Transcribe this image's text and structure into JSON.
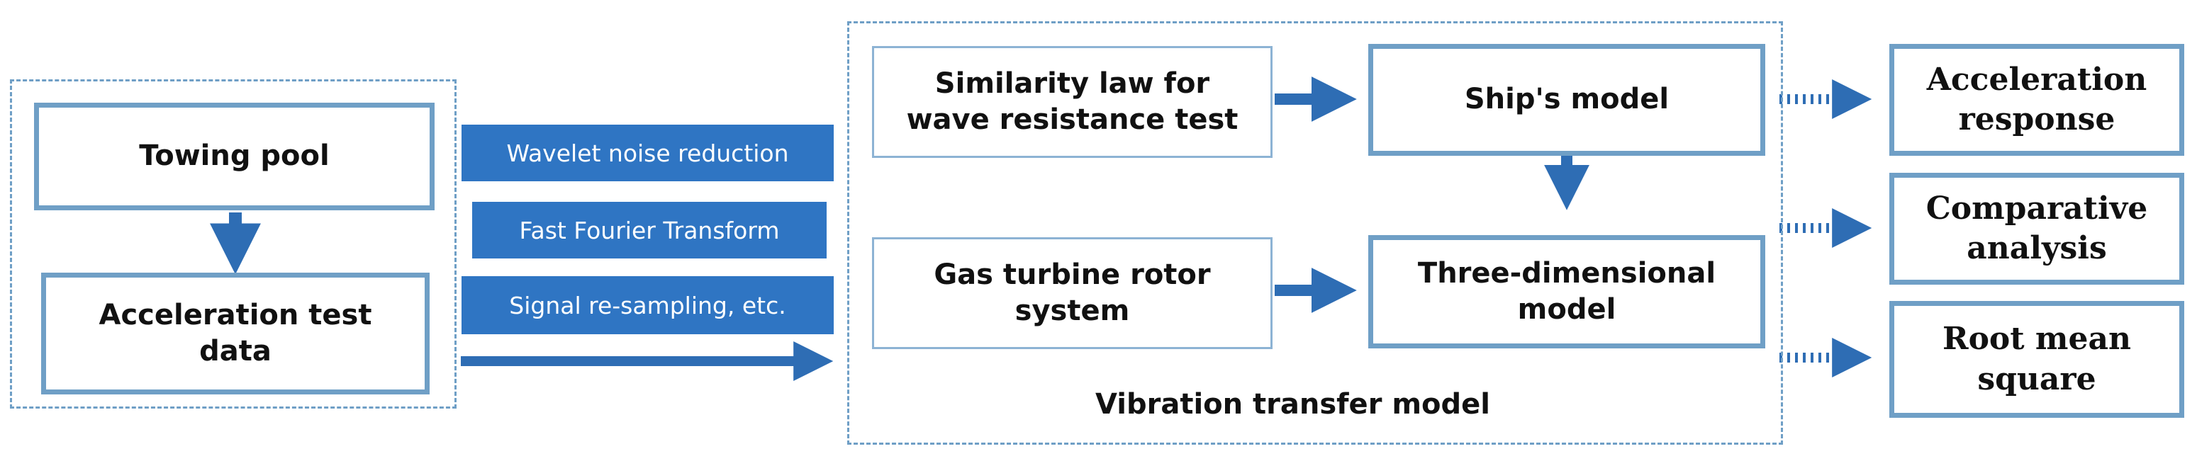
{
  "diagram": {
    "left_group": {
      "towing_pool": "Towing pool",
      "acceleration_test_data": "Acceleration test\ndata"
    },
    "processing": {
      "wavelet": "Wavelet noise reduction",
      "fft": "Fast Fourier Transform",
      "resampling": "Signal re-sampling, etc."
    },
    "model_group": {
      "similarity_law": "Similarity law for\nwave resistance test",
      "gas_turbine": "Gas turbine rotor\nsystem",
      "ships_model": "Ship's model",
      "three_dimensional": "Three-dimensional\nmodel",
      "caption": "Vibration transfer model"
    },
    "outputs": {
      "acceleration_response": "Acceleration\nresponse",
      "comparative_analysis": "Comparative\nanalysis",
      "root_mean_square": "Root mean\nsquare"
    },
    "colors": {
      "box_border": "#6f9fc6",
      "filled_box": "#2f75c3",
      "arrow": "#2e6db4"
    }
  }
}
